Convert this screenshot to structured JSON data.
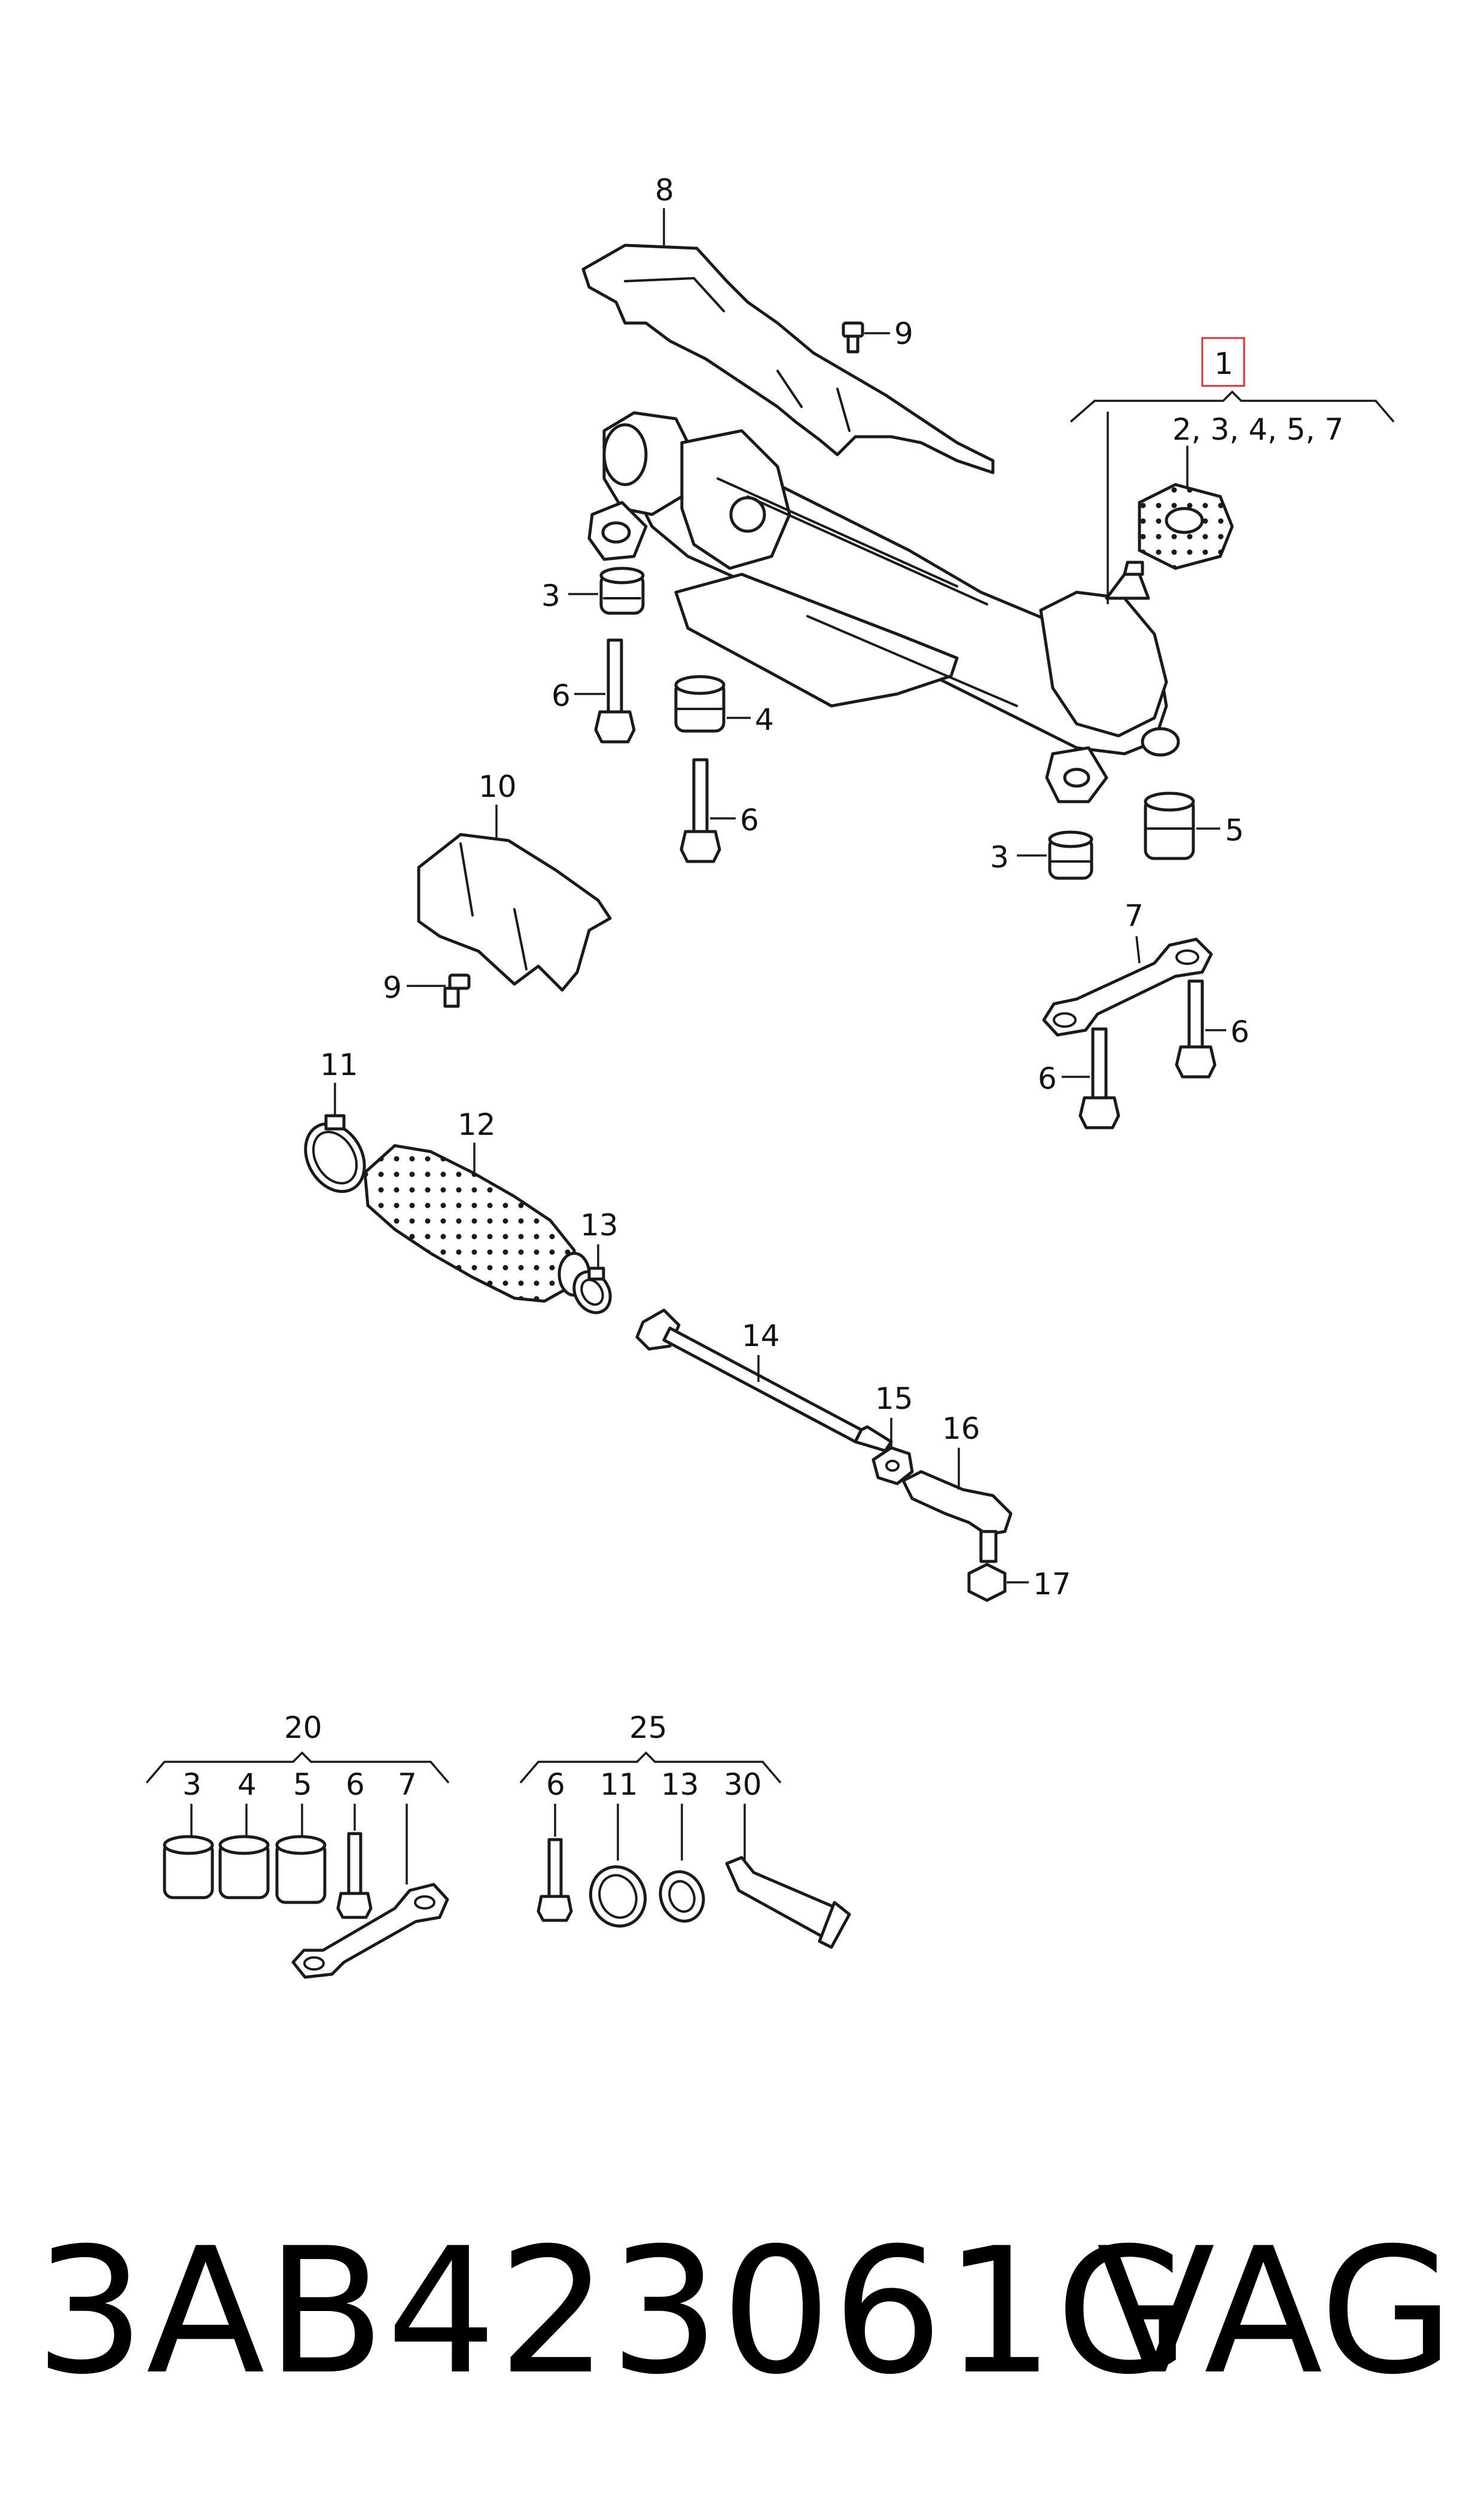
{
  "callouts": {
    "c1": "1",
    "c1_group": "2, 3, 4, 5, 7",
    "c3a": "3",
    "c3b": "3",
    "c4": "4",
    "c5": "5",
    "c6a": "6",
    "c6b": "6",
    "c6c": "6",
    "c6d": "6",
    "c7": "7",
    "c8": "8",
    "c9a": "9",
    "c9b": "9",
    "c10": "10",
    "c11": "11",
    "c12": "12",
    "c13": "13",
    "c14": "14",
    "c15": "15",
    "c16": "16",
    "c17": "17"
  },
  "kit20": {
    "title": "20",
    "items": [
      "3",
      "4",
      "5",
      "6",
      "7"
    ]
  },
  "kit25": {
    "title": "25",
    "items": [
      "6",
      "11",
      "13",
      "30"
    ]
  },
  "highlight_color": "#e03030",
  "footer": {
    "part_number": "3AB423061G",
    "brand": "VAG"
  }
}
